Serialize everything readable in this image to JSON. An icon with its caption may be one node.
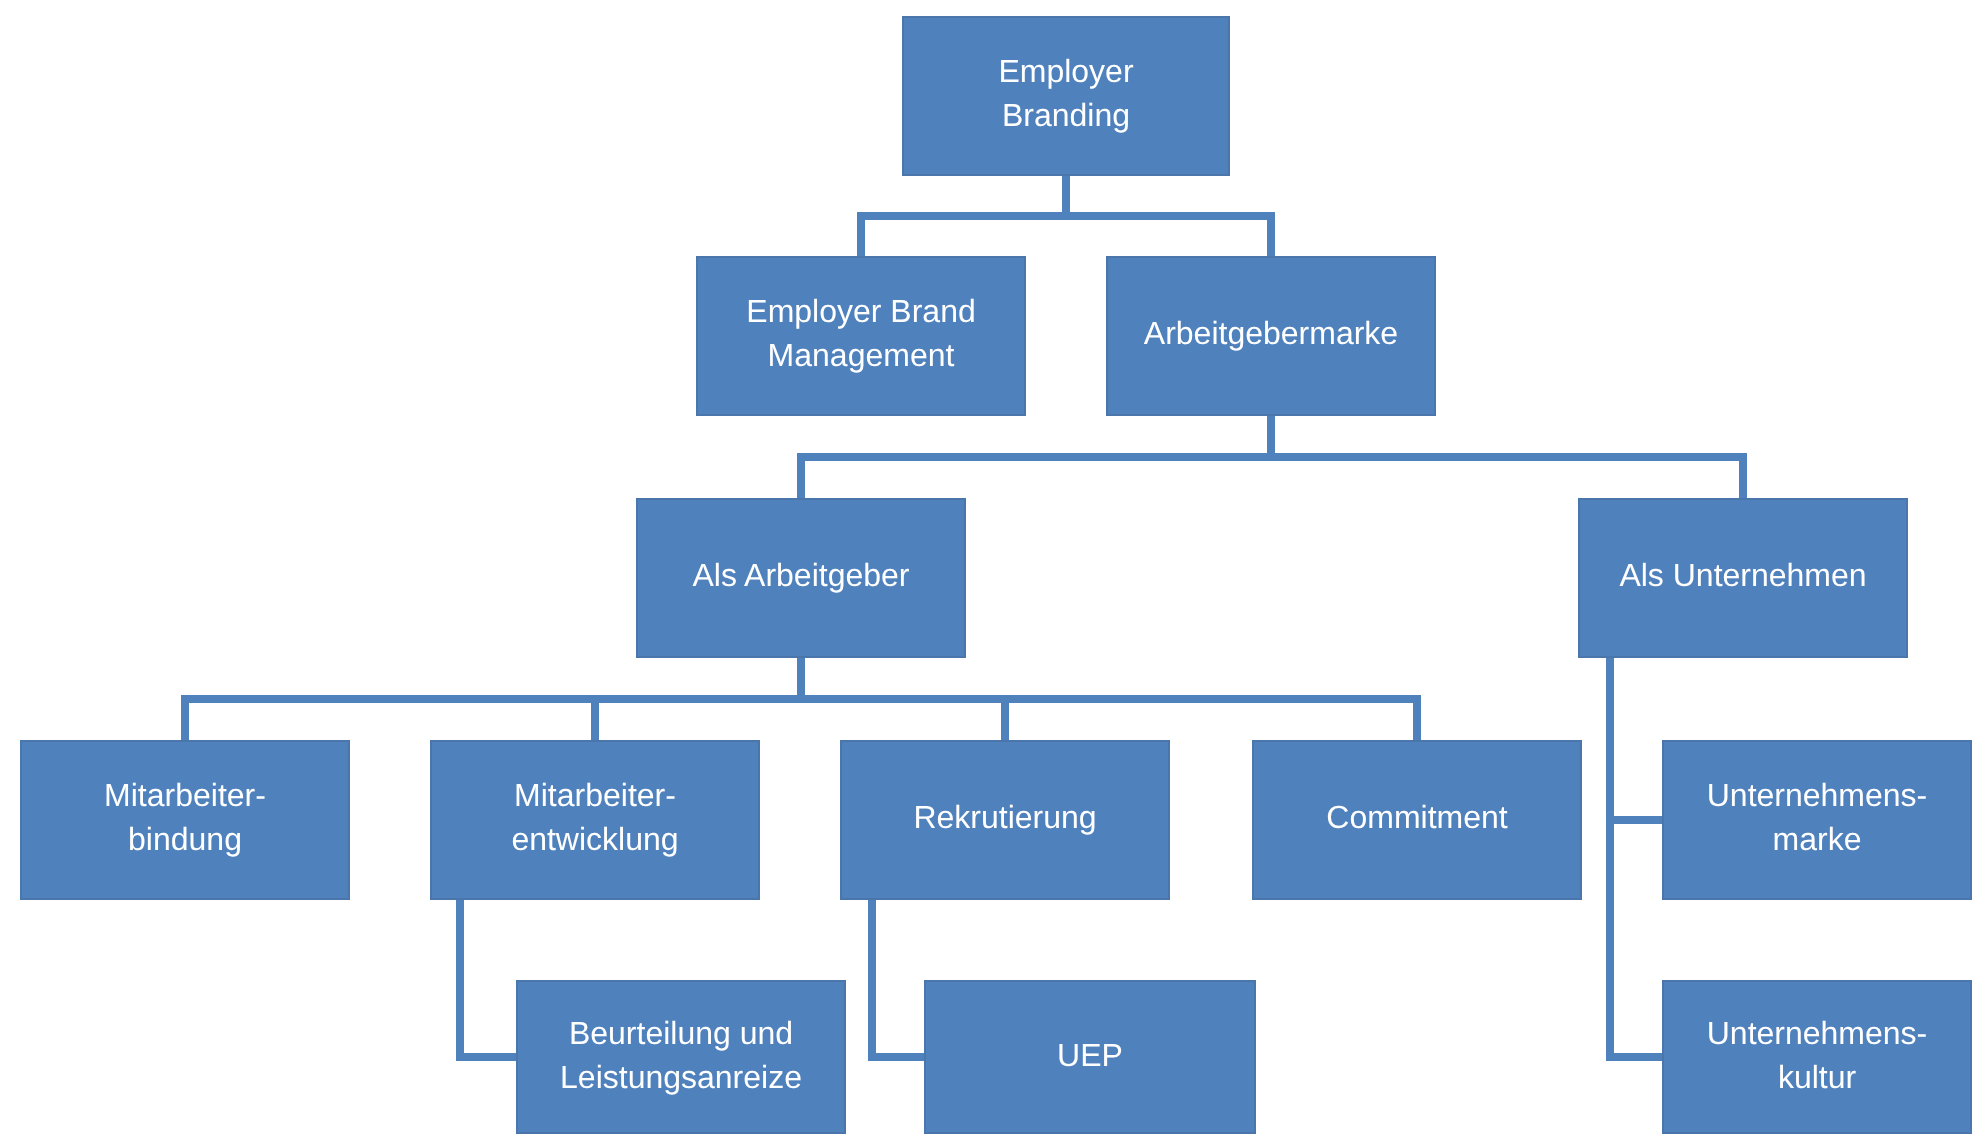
{
  "diagram": {
    "nodes": [
      {
        "text": [
          "Employer Branding"
        ]
      },
      {
        "text": [
          "Employer Brand Management"
        ]
      },
      {
        "text": [
          "Arbeitgebermarke"
        ]
      },
      {
        "text": [
          "Als Arbeitgeber"
        ]
      },
      {
        "text": [
          "Als Unternehmen"
        ]
      },
      {
        "text": [
          "Mitarbeiter-bindung"
        ]
      },
      {
        "text": [
          "Mitarbeiter-entwicklung"
        ]
      },
      {
        "text": [
          "Rekrutierung"
        ]
      },
      {
        "text": [
          "Commitment"
        ]
      },
      {
        "text": [
          "Beurteilung und Leistungsanreize"
        ]
      },
      {
        "text": [
          "UEP"
        ]
      },
      {
        "text": [
          "Unternehmens-marke"
        ]
      },
      {
        "text": [
          "Unternehmens-kultur"
        ]
      }
    ],
    "edges": [
      {
        "from": 0,
        "to": 1,
        "arrow": "none"
      },
      {
        "from": 0,
        "to": 2,
        "arrow": "none"
      },
      {
        "from": 2,
        "to": 3,
        "arrow": "none"
      },
      {
        "from": 2,
        "to": 4,
        "arrow": "none"
      },
      {
        "from": 3,
        "to": 5,
        "arrow": "none"
      },
      {
        "from": 3,
        "to": 6,
        "arrow": "none"
      },
      {
        "from": 3,
        "to": 7,
        "arrow": "none"
      },
      {
        "from": 3,
        "to": 8,
        "arrow": "none"
      },
      {
        "from": 6,
        "to": 9,
        "arrow": "none"
      },
      {
        "from": 7,
        "to": 10,
        "arrow": "none"
      },
      {
        "from": 4,
        "to": 11,
        "arrow": "none"
      },
      {
        "from": 4,
        "to": 12,
        "arrow": "none"
      }
    ]
  }
}
